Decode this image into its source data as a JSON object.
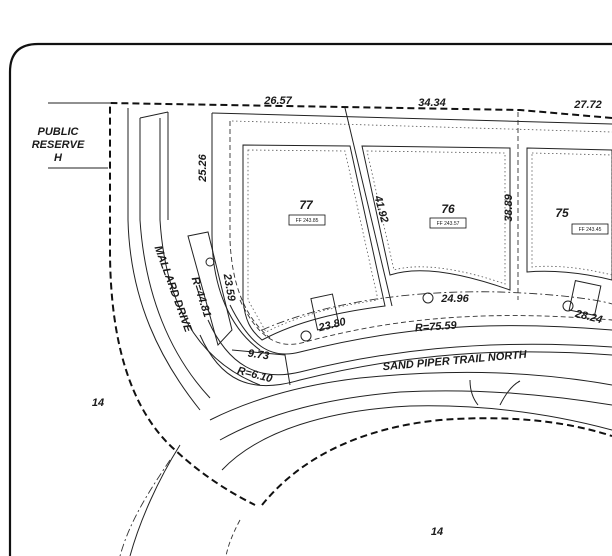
{
  "public_reserve": {
    "line1": "PUBLIC",
    "line2": "RESERVE",
    "line3": "H"
  },
  "roads": {
    "mallard": "MALLARD DRIVE",
    "sand_piper": "SAND PIPER TRAIL NORTH"
  },
  "lots": [
    {
      "number": "77",
      "ff": "FF 243.85"
    },
    {
      "number": "76",
      "ff": "FF 243.57"
    },
    {
      "number": "75",
      "ff": "FF 243.45"
    }
  ],
  "parcels": {
    "west": "14",
    "south": "14"
  },
  "dimensions": {
    "top_1": "26.57",
    "top_2": "34.34",
    "top_3": "27.72",
    "west_side": "25.26",
    "lot77_76_side": "41.92",
    "lot76_75_side": "38.89",
    "corner_arc": "23.59",
    "radius_corner": "R=44.81",
    "lot77_front": "23.80",
    "lot76_front": "24.96",
    "lot75_front": "28.24",
    "radius_front": "R=75.59",
    "small_arc": "9.73",
    "small_radius": "R=6.10"
  }
}
